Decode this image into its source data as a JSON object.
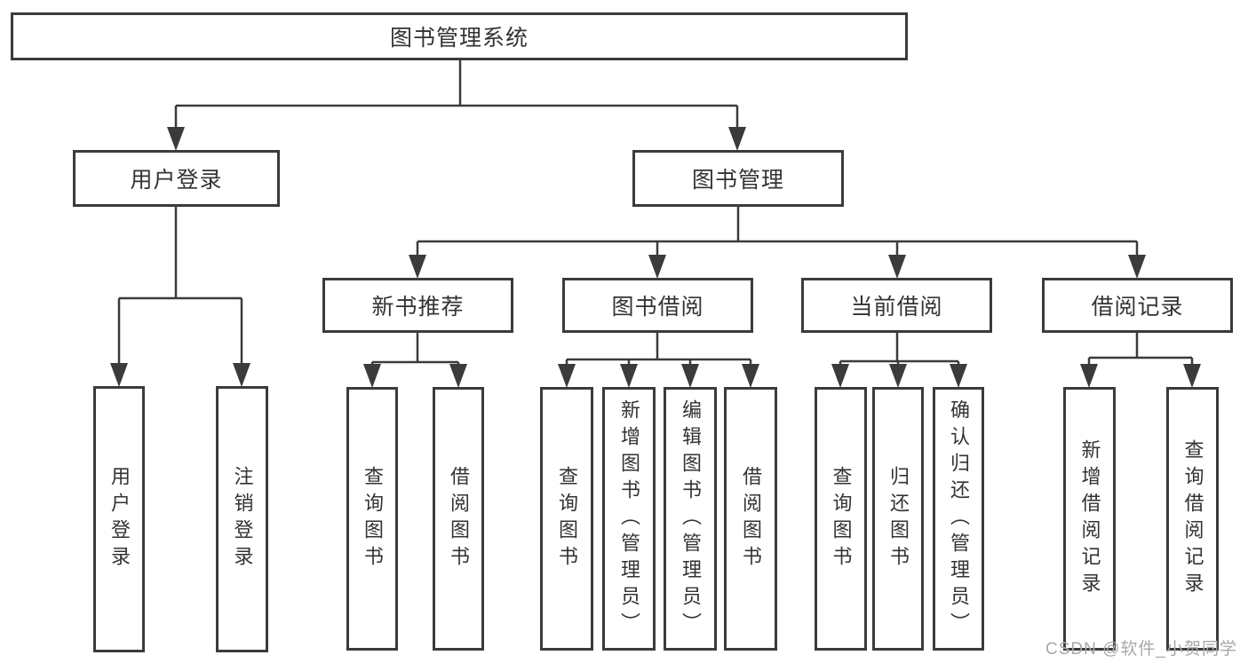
{
  "diagram": {
    "root": "图书管理系统",
    "level2": [
      "用户登录",
      "图书管理"
    ],
    "level3": [
      "新书推荐",
      "图书借阅",
      "当前借阅",
      "借阅记录"
    ],
    "leaves": {
      "login": [
        "用户登录",
        "注销登录"
      ],
      "recommend": [
        "查询图书",
        "借阅图书"
      ],
      "borrow": [
        "查询图书",
        "新增图书（管理员）",
        "编辑图书（管理员）",
        "借阅图书"
      ],
      "current": [
        "查询图书",
        "归还图书",
        "确认归还（管理员）"
      ],
      "records": [
        "新增借阅记录",
        "查询借阅记录"
      ]
    }
  },
  "watermark": {
    "text": "CSDN @软件_小贺同学"
  },
  "colors": {
    "line": "#3b3b3b",
    "box_border": "#3b3b3b",
    "text": "#333333",
    "watermark": "#a8a8a8",
    "background": "#ffffff"
  }
}
